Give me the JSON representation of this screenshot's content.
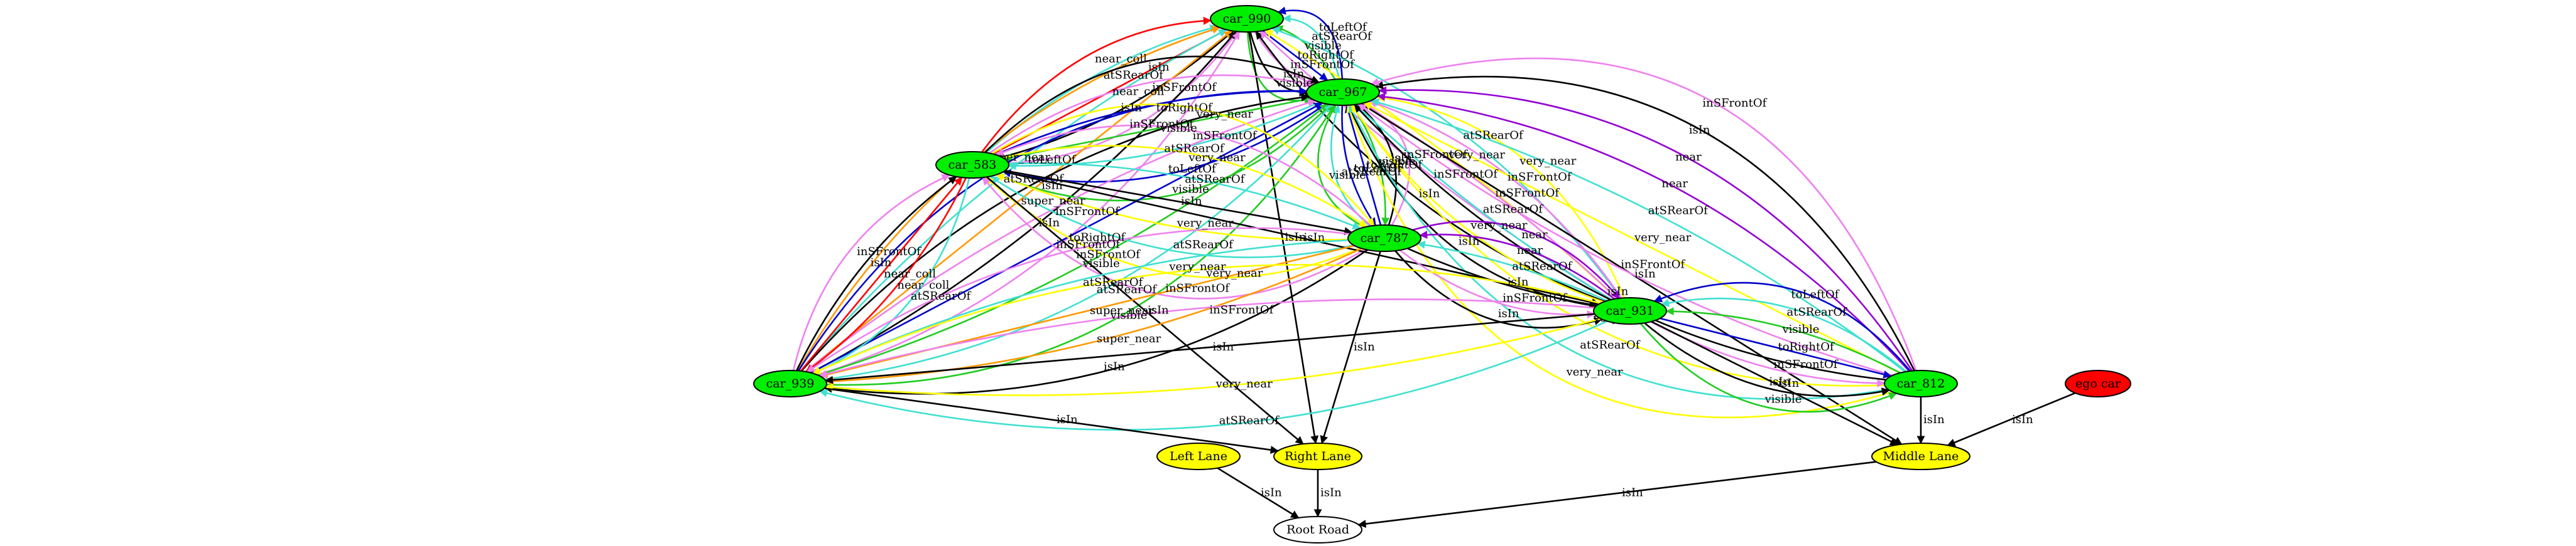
{
  "nodes": [
    {
      "id": "car_990",
      "label": "car_990",
      "color": "#00ee00"
    },
    {
      "id": "car_967",
      "label": "car_967",
      "color": "#00ee00"
    },
    {
      "id": "car_583",
      "label": "car_583",
      "color": "#00ee00"
    },
    {
      "id": "car_787",
      "label": "car_787",
      "color": "#00ee00"
    },
    {
      "id": "car_931",
      "label": "car_931",
      "color": "#00ee00"
    },
    {
      "id": "car_939",
      "label": "car_939",
      "color": "#00ee00"
    },
    {
      "id": "car_812",
      "label": "car_812",
      "color": "#00ee00"
    },
    {
      "id": "ego_car",
      "label": "ego car",
      "color": "#ff0000"
    },
    {
      "id": "left_lane",
      "label": "Left Lane",
      "color": "#ffff00"
    },
    {
      "id": "right_lane",
      "label": "Right Lane",
      "color": "#ffff00"
    },
    {
      "id": "middle_lane",
      "label": "Middle Lane",
      "color": "#ffff00"
    },
    {
      "id": "root_road",
      "label": "Root Road",
      "color": "#ffffff"
    }
  ],
  "edges": [
    {
      "from": "car_990",
      "to": "car_967",
      "label": "visible",
      "color": "#22cc22"
    },
    {
      "from": "car_990",
      "to": "car_967",
      "label": "isIn",
      "color": "#000000"
    },
    {
      "from": "car_990",
      "to": "car_967",
      "label": "inSFrontOf",
      "color": "#ee82ee"
    },
    {
      "from": "car_990",
      "to": "car_967",
      "label": "toRightOf",
      "color": "#0000cc"
    },
    {
      "from": "car_967",
      "to": "car_990",
      "label": "visible",
      "color": "#22cc22"
    },
    {
      "from": "car_967",
      "to": "car_990",
      "label": "atSRearOf",
      "color": "#40e0d0"
    },
    {
      "from": "car_967",
      "to": "car_990",
      "label": "toLeftOf",
      "color": "#0000cc"
    },
    {
      "from": "car_583",
      "to": "car_990",
      "label": "near_coll",
      "color": "#ff0000"
    },
    {
      "from": "car_583",
      "to": "car_990",
      "label": "atSRearOf",
      "color": "#40e0d0"
    },
    {
      "from": "car_583",
      "to": "car_990",
      "label": "near_coll",
      "color": "#ff0000"
    },
    {
      "from": "car_583",
      "to": "car_990",
      "label": "isIn",
      "color": "#000000"
    },
    {
      "from": "car_583",
      "to": "car_990",
      "label": "inSFrontOf",
      "color": "#ee82ee"
    },
    {
      "from": "car_939",
      "to": "car_990",
      "label": "super_near",
      "color": "#ff9900"
    },
    {
      "from": "car_939",
      "to": "car_990",
      "label": "atSRearOf",
      "color": "#40e0d0"
    },
    {
      "from": "car_939",
      "to": "car_990",
      "label": "super_near",
      "color": "#ff9900"
    },
    {
      "from": "car_939",
      "to": "car_990",
      "label": "isIn",
      "color": "#000000"
    },
    {
      "from": "car_939",
      "to": "car_990",
      "label": "inSFrontOf",
      "color": "#ee82ee"
    },
    {
      "from": "car_990",
      "to": "right_lane",
      "label": "isIn",
      "color": "#000000"
    },
    {
      "from": "car_931",
      "to": "car_990",
      "label": "isIn",
      "color": "#000000"
    },
    {
      "from": "car_931",
      "to": "car_990",
      "label": "inSFrontOf",
      "color": "#ee82ee"
    },
    {
      "from": "car_931",
      "to": "car_990",
      "label": "very_near",
      "color": "#ffff00"
    },
    {
      "from": "car_931",
      "to": "car_990",
      "label": "atSRearOf",
      "color": "#40e0d0"
    },
    {
      "from": "car_583",
      "to": "car_967",
      "label": "isIn",
      "color": "#000000"
    },
    {
      "from": "car_583",
      "to": "car_967",
      "label": "inSFrontOf",
      "color": "#ee82ee"
    },
    {
      "from": "car_583",
      "to": "car_967",
      "label": "toRightOf",
      "color": "#0000cc"
    },
    {
      "from": "car_967",
      "to": "car_583",
      "label": "visible",
      "color": "#22cc22"
    },
    {
      "from": "car_967",
      "to": "car_583",
      "label": "atSRearOf",
      "color": "#40e0d0"
    },
    {
      "from": "car_967",
      "to": "car_583",
      "label": "toLeftOf",
      "color": "#0000cc"
    },
    {
      "from": "car_583",
      "to": "car_967",
      "label": "visible",
      "color": "#22cc22"
    },
    {
      "from": "car_787",
      "to": "car_967",
      "label": "visible",
      "color": "#22cc22"
    },
    {
      "from": "car_787",
      "to": "car_967",
      "label": "atSRearOf",
      "color": "#40e0d0"
    },
    {
      "from": "car_967",
      "to": "car_787",
      "label": "toLeftOf",
      "color": "#0000cc"
    },
    {
      "from": "car_787",
      "to": "car_967",
      "label": "toRightOf",
      "color": "#0000cc"
    },
    {
      "from": "car_967",
      "to": "car_787",
      "label": "visible",
      "color": "#22cc22"
    },
    {
      "from": "car_787",
      "to": "car_967",
      "label": "isIn",
      "color": "#000000"
    },
    {
      "from": "car_787",
      "to": "car_967",
      "label": "inSFrontOf",
      "color": "#ee82ee"
    },
    {
      "from": "car_939",
      "to": "car_967",
      "label": "toLeftOf",
      "color": "#0000cc"
    },
    {
      "from": "car_939",
      "to": "car_967",
      "label": "isIn",
      "color": "#000000"
    },
    {
      "from": "car_939",
      "to": "car_967",
      "label": "inSFrontOf",
      "color": "#ee82ee"
    },
    {
      "from": "car_939",
      "to": "car_967",
      "label": "toRightOf",
      "color": "#0000cc"
    },
    {
      "from": "car_939",
      "to": "car_967",
      "label": "visible",
      "color": "#22cc22"
    },
    {
      "from": "car_939",
      "to": "car_967",
      "label": "atSRearOf",
      "color": "#40e0d0"
    },
    {
      "from": "car_939",
      "to": "car_967",
      "label": "visible",
      "color": "#22cc22"
    },
    {
      "from": "car_931",
      "to": "car_967",
      "label": "isIn",
      "color": "#000000"
    },
    {
      "from": "car_931",
      "to": "car_967",
      "label": "very_near",
      "color": "#ffff00"
    },
    {
      "from": "car_931",
      "to": "car_967",
      "label": "atSRearOf",
      "color": "#40e0d0"
    },
    {
      "from": "car_931",
      "to": "car_967",
      "label": "inSFrontOf",
      "color": "#ee82ee"
    },
    {
      "from": "car_931",
      "to": "car_967",
      "label": "inSFrontOf",
      "color": "#ee82ee"
    },
    {
      "from": "car_931",
      "to": "car_967",
      "label": "very_near",
      "color": "#ffff00"
    },
    {
      "from": "car_967",
      "to": "middle_lane",
      "label": "isIn",
      "color": "#000000"
    },
    {
      "from": "car_812",
      "to": "car_967",
      "label": "very_near",
      "color": "#ffff00"
    },
    {
      "from": "car_812",
      "to": "car_967",
      "label": "atSRearOf",
      "color": "#40e0d0"
    },
    {
      "from": "car_812",
      "to": "car_967",
      "label": "very_near",
      "color": "#ffff00"
    },
    {
      "from": "car_812",
      "to": "car_967",
      "label": "isIn",
      "color": "#000000"
    },
    {
      "from": "car_812",
      "to": "car_967",
      "label": "inSFrontOf",
      "color": "#ee82ee"
    },
    {
      "from": "car_812",
      "to": "car_967",
      "label": "very_near",
      "color": "#ffff00"
    },
    {
      "from": "car_812",
      "to": "car_967",
      "label": "atSRearOf",
      "color": "#40e0d0"
    },
    {
      "from": "car_812",
      "to": "car_967",
      "label": "near",
      "color": "#9400d3"
    },
    {
      "from": "car_812",
      "to": "car_967",
      "label": "near",
      "color": "#9400d3"
    },
    {
      "from": "car_812",
      "to": "car_967",
      "label": "isIn",
      "color": "#000000"
    },
    {
      "from": "car_812",
      "to": "car_967",
      "label": "inSFrontOf",
      "color": "#ee82ee"
    },
    {
      "from": "car_583",
      "to": "car_787",
      "label": "very_near",
      "color": "#ffff00"
    },
    {
      "from": "car_787",
      "to": "car_583",
      "label": "inSFrontOf",
      "color": "#ee82ee"
    },
    {
      "from": "car_583",
      "to": "car_787",
      "label": "very_near",
      "color": "#ffff00"
    },
    {
      "from": "car_583",
      "to": "car_787",
      "label": "atSRearOf",
      "color": "#40e0d0"
    },
    {
      "from": "car_583",
      "to": "car_787",
      "label": "isIn",
      "color": "#000000"
    },
    {
      "from": "car_787",
      "to": "car_583",
      "label": "very_near",
      "color": "#ffff00"
    },
    {
      "from": "car_787",
      "to": "car_583",
      "label": "atSRearOf",
      "color": "#40e0d0"
    },
    {
      "from": "car_787",
      "to": "car_583",
      "label": "very_near",
      "color": "#ffff00"
    },
    {
      "from": "car_787",
      "to": "car_583",
      "label": "inSFrontOf",
      "color": "#ee82ee"
    },
    {
      "from": "car_583",
      "to": "car_939",
      "label": "atSRearOf",
      "color": "#40e0d0"
    },
    {
      "from": "car_583",
      "to": "car_939",
      "label": "near_coll",
      "color": "#ff0000"
    },
    {
      "from": "car_939",
      "to": "car_583",
      "label": "near_coll",
      "color": "#ff0000"
    },
    {
      "from": "car_939",
      "to": "car_583",
      "label": "isIn",
      "color": "#000000"
    },
    {
      "from": "car_939",
      "to": "car_583",
      "label": "inSFrontOf",
      "color": "#ee82ee"
    },
    {
      "from": "car_583",
      "to": "right_lane",
      "label": "isIn",
      "color": "#000000"
    },
    {
      "from": "car_583",
      "to": "car_931",
      "label": "isIn",
      "color": "#000000"
    },
    {
      "from": "car_787",
      "to": "car_939",
      "label": "isIn",
      "color": "#000000"
    },
    {
      "from": "car_787",
      "to": "car_939",
      "label": "super_near",
      "color": "#ff9900"
    },
    {
      "from": "car_787",
      "to": "car_939",
      "label": "super_near",
      "color": "#ff9900"
    },
    {
      "from": "car_787",
      "to": "car_939",
      "label": "atSRearOf",
      "color": "#40e0d0"
    },
    {
      "from": "car_787",
      "to": "car_939",
      "label": "inSFrontOf",
      "color": "#ee82ee"
    },
    {
      "from": "car_787",
      "to": "right_lane",
      "label": "isIn",
      "color": "#000000"
    },
    {
      "from": "car_787",
      "to": "car_931",
      "label": "near",
      "color": "#9400d3"
    },
    {
      "from": "car_931",
      "to": "car_787",
      "label": "near",
      "color": "#9400d3"
    },
    {
      "from": "car_931",
      "to": "car_787",
      "label": "atSRearOf",
      "color": "#40e0d0"
    },
    {
      "from": "car_787",
      "to": "car_931",
      "label": "isIn",
      "color": "#000000"
    },
    {
      "from": "car_787",
      "to": "car_931",
      "label": "inSFrontOf",
      "color": "#ee82ee"
    },
    {
      "from": "car_787",
      "to": "car_931",
      "label": "isIn",
      "color": "#000000"
    },
    {
      "from": "car_931",
      "to": "car_939",
      "label": "atSRearOf",
      "color": "#40e0d0"
    },
    {
      "from": "car_931",
      "to": "car_939",
      "label": "very_near",
      "color": "#ffff00"
    },
    {
      "from": "car_931",
      "to": "car_939",
      "label": "isIn",
      "color": "#000000"
    },
    {
      "from": "car_931",
      "to": "car_939",
      "label": "inSFrontOf",
      "color": "#ee82ee"
    },
    {
      "from": "car_931",
      "to": "car_939",
      "label": "very_near",
      "color": "#ffff00"
    },
    {
      "from": "car_931",
      "to": "car_812",
      "label": "visible",
      "color": "#22cc22"
    },
    {
      "from": "car_931",
      "to": "car_812",
      "label": "isIn",
      "color": "#000000"
    },
    {
      "from": "car_931",
      "to": "car_812",
      "label": "inSFrontOf",
      "color": "#ee82ee"
    },
    {
      "from": "car_931",
      "to": "car_812",
      "label": "toRightOf",
      "color": "#0000cc"
    },
    {
      "from": "car_812",
      "to": "car_931",
      "label": "visible",
      "color": "#22cc22"
    },
    {
      "from": "car_812",
      "to": "car_931",
      "label": "atSRearOf",
      "color": "#40e0d0"
    },
    {
      "from": "car_812",
      "to": "car_931",
      "label": "toLeftOf",
      "color": "#0000cc"
    },
    {
      "from": "car_931",
      "to": "middle_lane",
      "label": "isIn",
      "color": "#000000"
    },
    {
      "from": "car_939",
      "to": "right_lane",
      "label": "isIn",
      "color": "#000000"
    },
    {
      "from": "car_812",
      "to": "middle_lane",
      "label": "isIn",
      "color": "#000000"
    },
    {
      "from": "ego_car",
      "to": "middle_lane",
      "label": "isIn",
      "color": "#000000"
    },
    {
      "from": "left_lane",
      "to": "root_road",
      "label": "isIn",
      "color": "#000000"
    },
    {
      "from": "right_lane",
      "to": "root_road",
      "label": "isIn",
      "color": "#000000"
    },
    {
      "from": "middle_lane",
      "to": "root_road",
      "label": "isIn",
      "color": "#000000"
    }
  ]
}
